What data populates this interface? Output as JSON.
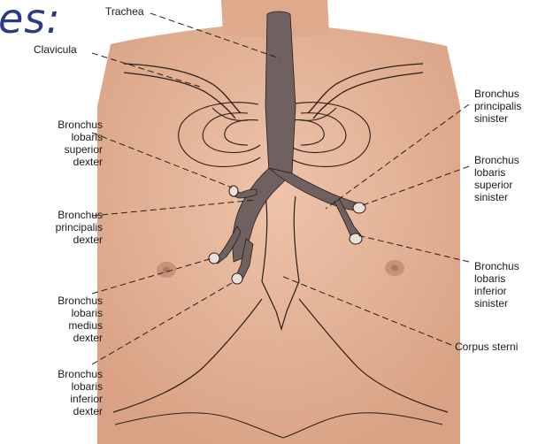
{
  "heading": "es:",
  "labels": {
    "trachea": "Trachea",
    "clavicula": "Clavicula",
    "bronchus_lobaris_superior_dexter": "Bronchus\nlobaris\nsuperior\ndexter",
    "bronchus_principalis_dexter": "Bronchus\nprincipalis\ndexter",
    "bronchus_lobaris_medius_dexter": "Bronchus\nlobaris\nmedius\ndexter",
    "bronchus_lobaris_inferior_dexter": "Bronchus\nlobaris\ninferior\ndexter",
    "bronchus_principalis_sinister": "Bronchus\nprincipalis\nsinister",
    "bronchus_lobaris_superior_sinister": "Bronchus\nlobaris\nsuperior\nsinister",
    "bronchus_lobaris_inferior_sinister": "Bronchus\nlobaris\ninferior\nsinister",
    "corpus_sterni": "Corpus sterni"
  },
  "colors": {
    "skin": "#e7b9a0",
    "skin_shade": "#d9a284",
    "airway": "#6e6160",
    "outline": "#2b1e18",
    "heading": "#2a3a88"
  }
}
